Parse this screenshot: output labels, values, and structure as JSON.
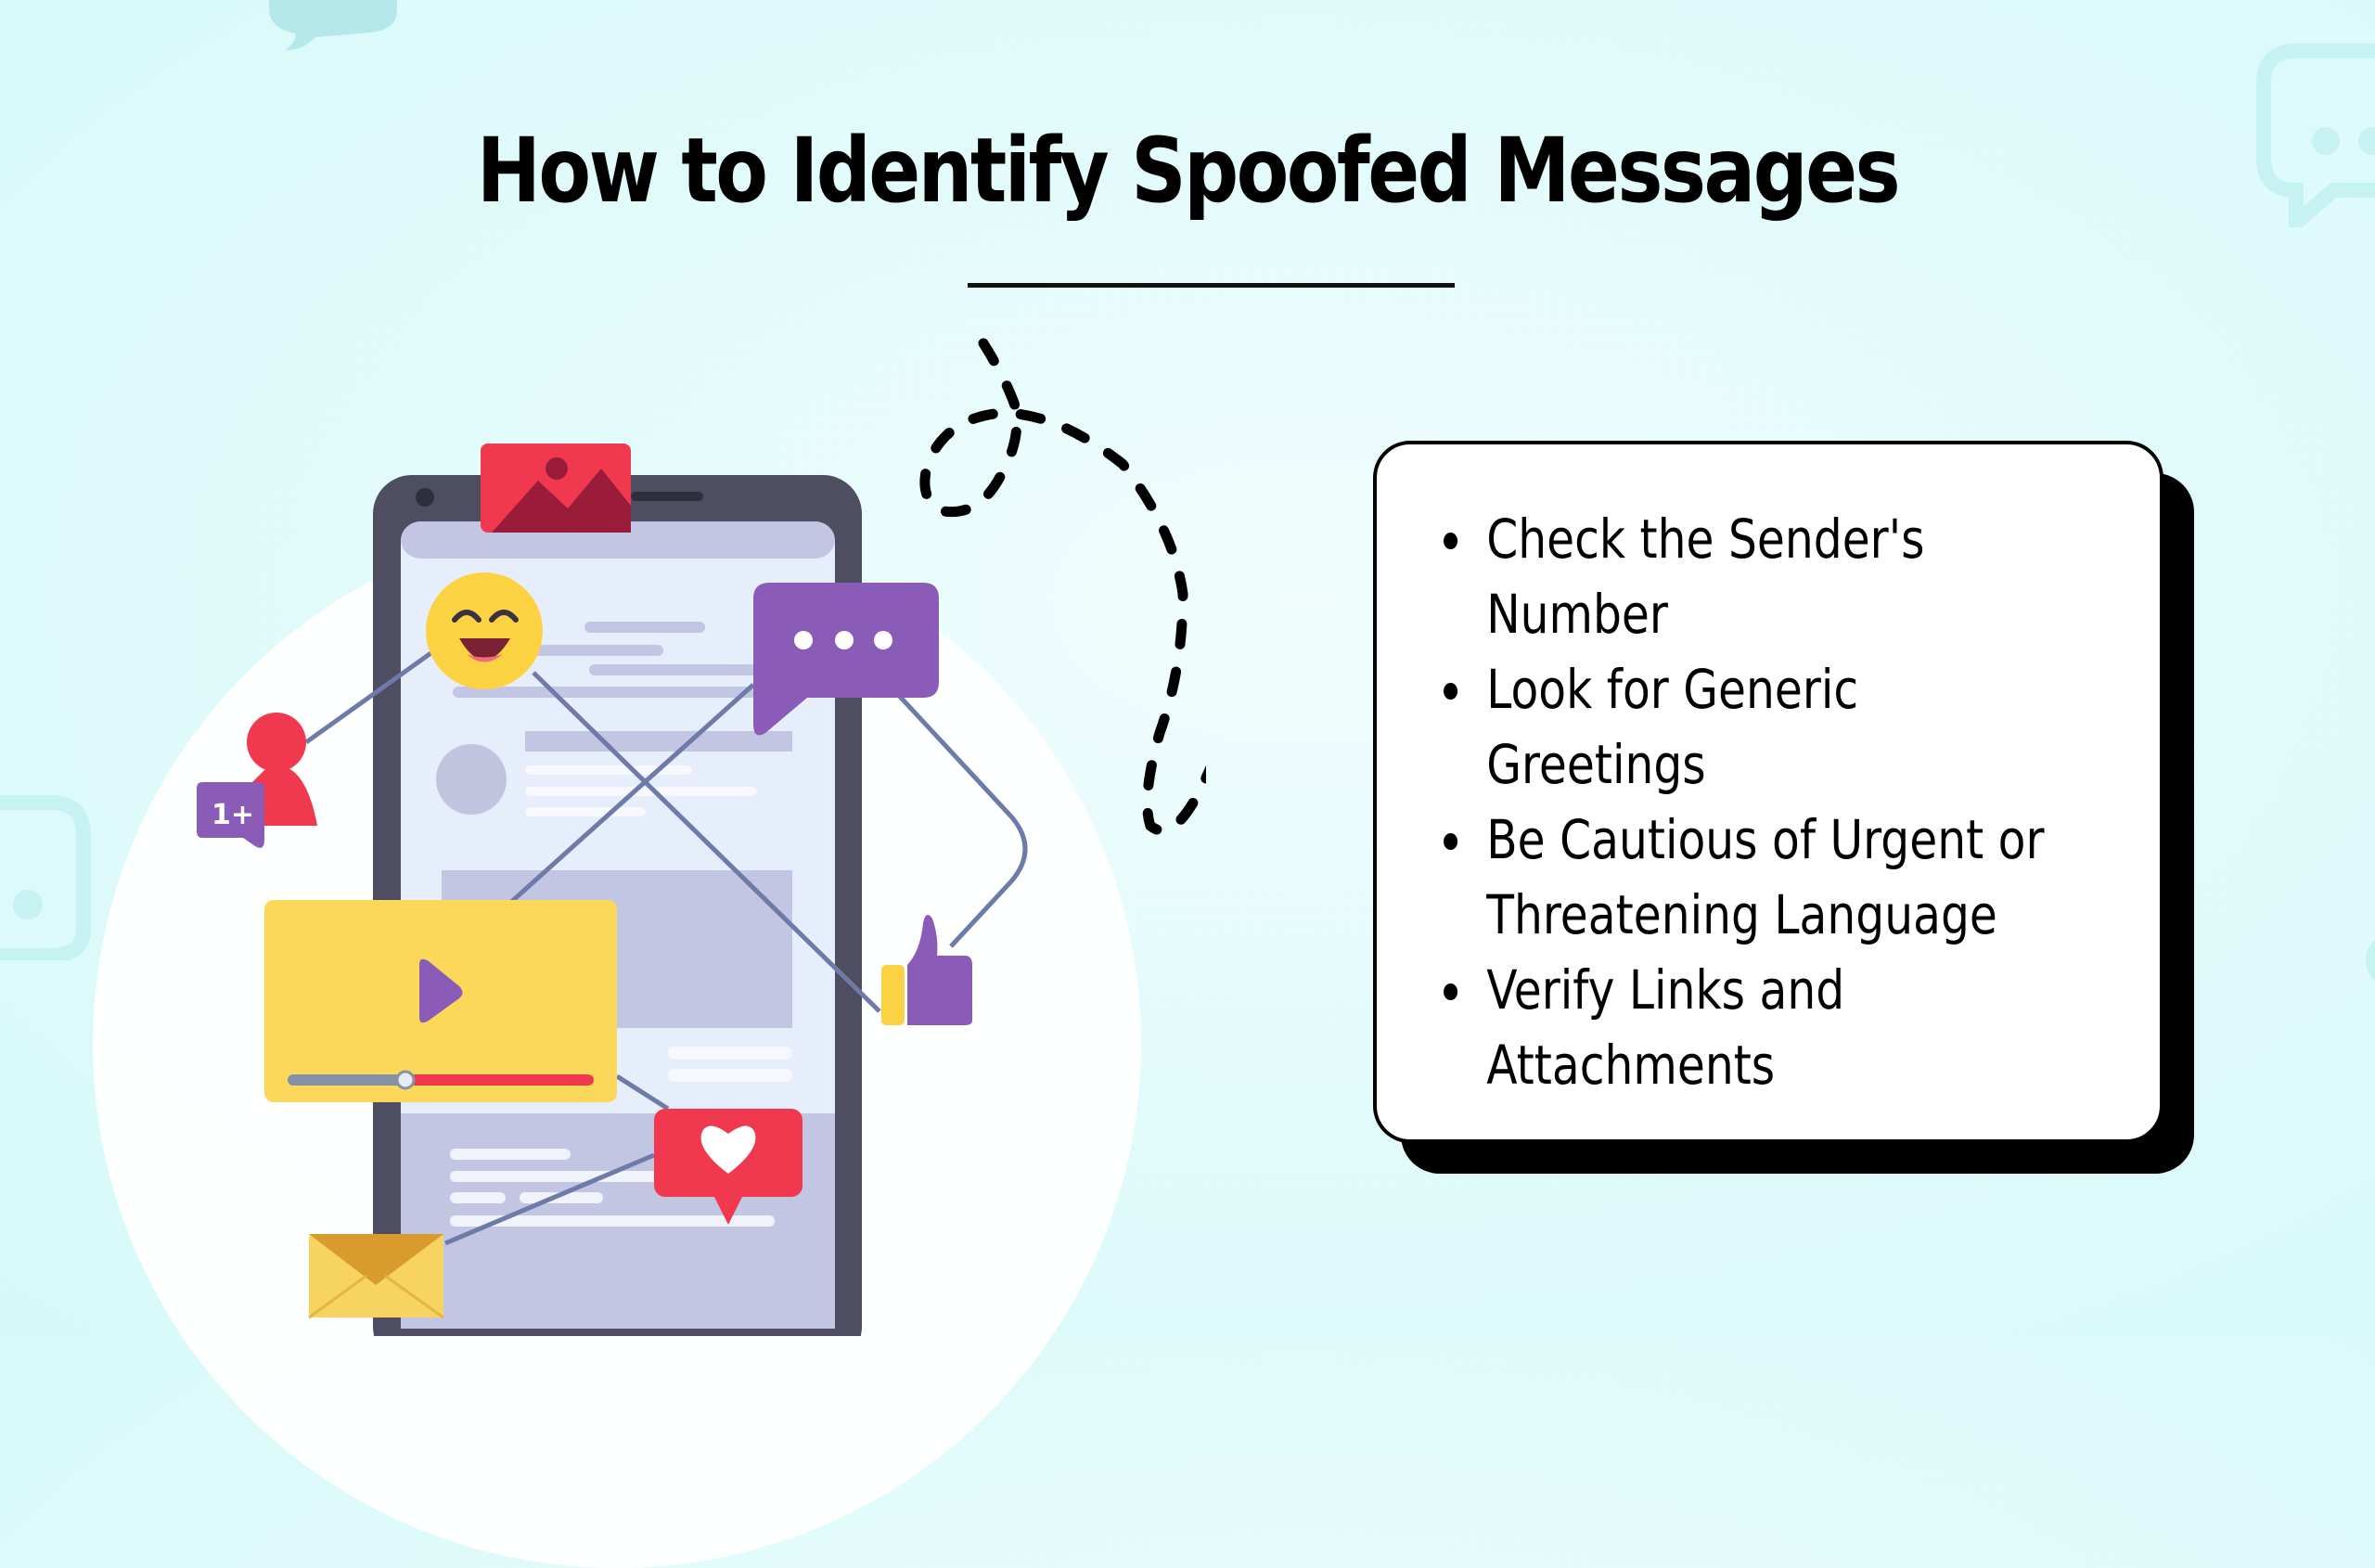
{
  "header": {
    "title": "How to Identify Spoofed Messages"
  },
  "card": {
    "items": [
      {
        "label": "Check the Sender's Number",
        "lines": [
          "Check the Sender's",
          "Number"
        ]
      },
      {
        "label": "Look for Generic Greetings",
        "lines": [
          "Look for Generic",
          "Greetings"
        ]
      },
      {
        "label": "Be Cautious of Urgent or Threatening Language",
        "lines": [
          "Be Cautious of Urgent or",
          "Threatening Language"
        ]
      },
      {
        "label": "Verify Links and Attachments",
        "lines": [
          "Verify Links and",
          "Attachments"
        ]
      }
    ]
  },
  "illustration": {
    "badge_text": "1+",
    "icons": [
      "image-icon",
      "smiley-emoji-icon",
      "chat-bubble-icon",
      "user-icon",
      "video-player-icon",
      "thumbs-up-icon",
      "heart-bubble-icon",
      "envelope-icon"
    ]
  },
  "colors": {
    "background": "#dcfaf9",
    "phone_body": "#4f4d61",
    "phone_screen": "#e4eefb",
    "red": "#f0394f",
    "dark_red": "#9b1b3a",
    "purple": "#8a5cb8",
    "yellow": "#fbd85a",
    "connector": "#6e7aa8",
    "text": "#000000"
  }
}
